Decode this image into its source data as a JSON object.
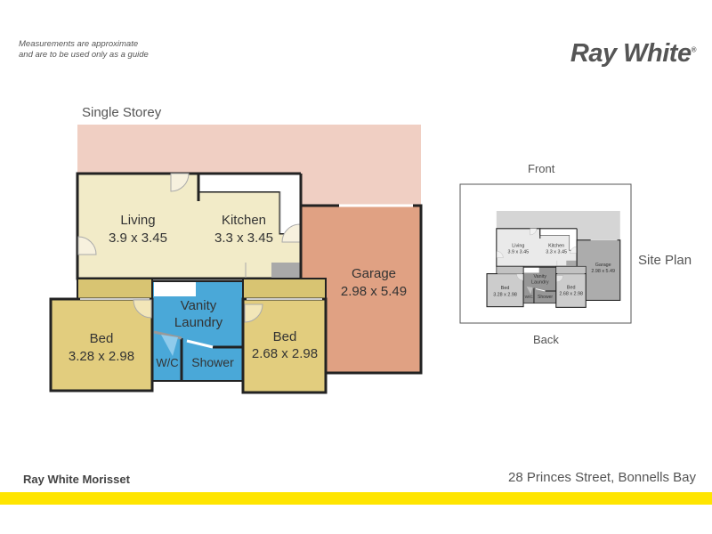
{
  "disclaimer": [
    "Measurements are approximate",
    "and are to be used only as a guide"
  ],
  "logo": "Ray White",
  "floor_title": "Single Storey",
  "rooms": {
    "living": {
      "name": "Living",
      "size": "3.9 x 3.45"
    },
    "kitchen": {
      "name": "Kitchen",
      "size": "3.3 x 3.45"
    },
    "garage": {
      "name": "Garage",
      "size": "2.98 x 5.49"
    },
    "vanity": {
      "name": "Vanity",
      "name2": "Laundry"
    },
    "bed1": {
      "name": "Bed",
      "size": "3.28 x 2.98"
    },
    "bed2": {
      "name": "Bed",
      "size": "2.68 x 2.98"
    },
    "wc": {
      "name": "W/C"
    },
    "shower": {
      "name": "Shower"
    }
  },
  "site_plan": {
    "title": "Site Plan",
    "front": "Front",
    "back": "Back"
  },
  "footer": {
    "agency": "Ray White Morisset",
    "address": "28 Princes Street, Bonnells Bay"
  },
  "colors": {
    "deck": "#f0cfc3",
    "living": "#f2ebc8",
    "garage": "#e0a183",
    "bed": "#e2cd7e",
    "robe": "#d8c472",
    "wet": "#4aa8d8",
    "brand_yellow": "#ffe500"
  }
}
